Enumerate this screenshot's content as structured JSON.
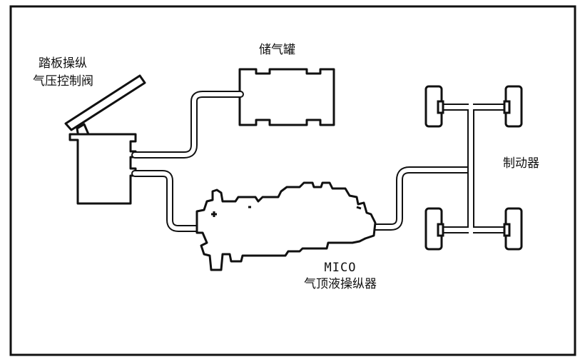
{
  "labels": {
    "pedal_valve": {
      "line1": "踏板操纵",
      "line2": "气压控制阀"
    },
    "air_tank": "储气罐",
    "brakes": "制动器",
    "mico": {
      "line1": "MICO",
      "line2": "气顶液操纵器"
    }
  },
  "colors": {
    "stroke": "#111111",
    "background": "#ffffff"
  }
}
